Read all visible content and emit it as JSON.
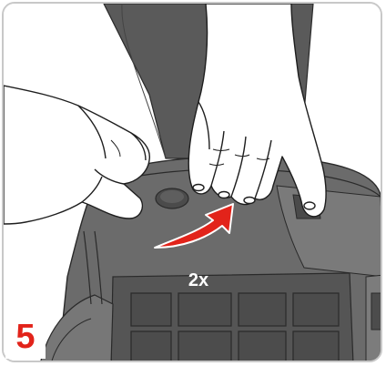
{
  "step_number": "5",
  "repeat_label": "2x",
  "colors": {
    "background": "#ffffff",
    "frame_border": "#c8c8c8",
    "seat_dark": "#585858",
    "seat_mid": "#6c6c6c",
    "seat_light": "#7a7a7a",
    "hand_fill": "#ffffff",
    "line": "#2a2a2a",
    "arrow": "#e2231a",
    "step_text": "#e2231a"
  },
  "icons": [
    "curved-arrow-icon",
    "hand-left",
    "hand-right"
  ]
}
